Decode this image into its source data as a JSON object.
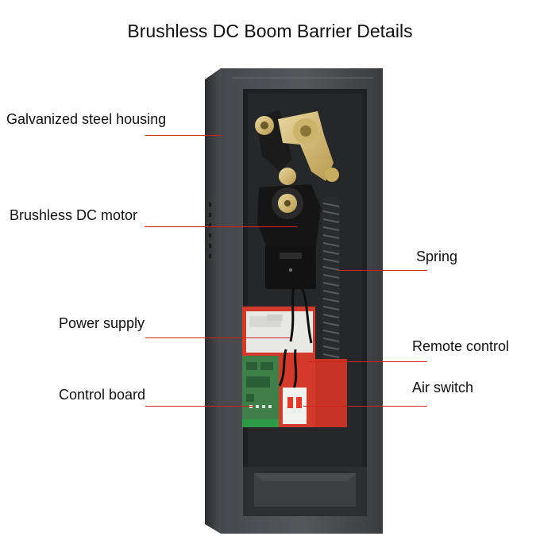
{
  "title": "Brushless DC Boom Barrier Details",
  "colors": {
    "leader_line": "#d02020",
    "housing": "#3b3d3f",
    "board_red": "#d23a2a",
    "pcb_green": "#3f7f4a"
  },
  "callouts": [
    {
      "id": "housing",
      "text": "Galvanized steel housing"
    },
    {
      "id": "motor",
      "text": "Brushless DC motor"
    },
    {
      "id": "spring",
      "text": "Spring"
    },
    {
      "id": "power",
      "text": "Power supply"
    },
    {
      "id": "remote",
      "text": "Remote control"
    },
    {
      "id": "control",
      "text": "Control board"
    },
    {
      "id": "airswitch",
      "text": "Air switch"
    }
  ]
}
